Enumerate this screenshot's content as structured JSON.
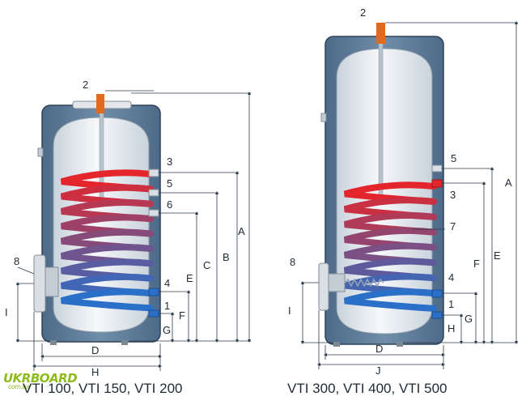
{
  "captions": {
    "left": "VTI 100, VTI 150, VTI 200",
    "right": "VTI 300, VTI 400, VTI 500"
  },
  "left_heater": {
    "callouts": [
      "2",
      "3",
      "5",
      "6",
      "8",
      "4",
      "1"
    ],
    "dimensions": [
      "A",
      "B",
      "C",
      "E",
      "F",
      "G",
      "I",
      "D",
      "H"
    ]
  },
  "right_heater": {
    "callouts": [
      "2",
      "5",
      "3",
      "7",
      "8",
      "4",
      "1"
    ],
    "dimensions": [
      "A",
      "E",
      "F",
      "G",
      "H",
      "I",
      "D",
      "J"
    ]
  },
  "watermark": {
    "brand": "UKRBOARD",
    "domain": "com.ua"
  },
  "colors": {
    "tank_shell": "#607e9c",
    "tank_inner": "#eef2f6",
    "coil_hot": "#e4262c",
    "coil_cold": "#2a6fc8",
    "inlet_outlet_pipe": "#e26a1c",
    "dimension_line": "#2b3a4a"
  }
}
